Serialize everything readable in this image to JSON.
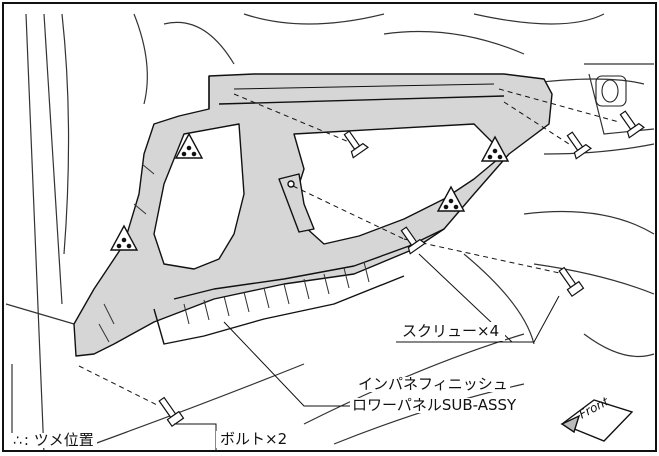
{
  "labels": {
    "screws": "スクリュー×4",
    "bolts": "ボルト×2",
    "part_name_line1": "インパネフィニッシュ",
    "part_name_line2": "ロワーパネルSUB-ASSY",
    "front": "Front"
  },
  "legend": {
    "symbol": "∴",
    "text": ": ツメ位置"
  },
  "colors": {
    "panel_fill": "#d6d6d6",
    "line": "#111111",
    "background": "#ffffff"
  },
  "icons": [
    "clip-position-triangle-icon",
    "screw-icon",
    "bolt-icon",
    "front-arrow-icon"
  ]
}
